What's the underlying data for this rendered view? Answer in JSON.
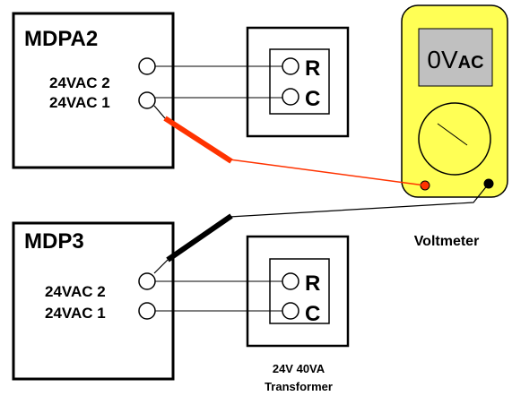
{
  "mdpa2": {
    "title": "MDPA2",
    "terminal_2_label": "24VAC 2",
    "terminal_1_label": "24VAC 1"
  },
  "mdp3": {
    "title": "MDP3",
    "terminal_2_label": "24VAC 2",
    "terminal_1_label": "24VAC 1"
  },
  "transformer_top": {
    "r_label": "R",
    "c_label": "C"
  },
  "transformer_bottom": {
    "r_label": "R",
    "c_label": "C",
    "caption_line1": "24V 40VA",
    "caption_line2": "Transformer"
  },
  "voltmeter": {
    "reading_value": "0V",
    "reading_unit": "AC",
    "label": "Voltmeter"
  },
  "colors": {
    "meter_body": "#ffff55",
    "meter_display": "#c0c0c0",
    "red_probe": "#ff3300",
    "red_wire": "#ff3300",
    "black_probe": "#000000"
  }
}
